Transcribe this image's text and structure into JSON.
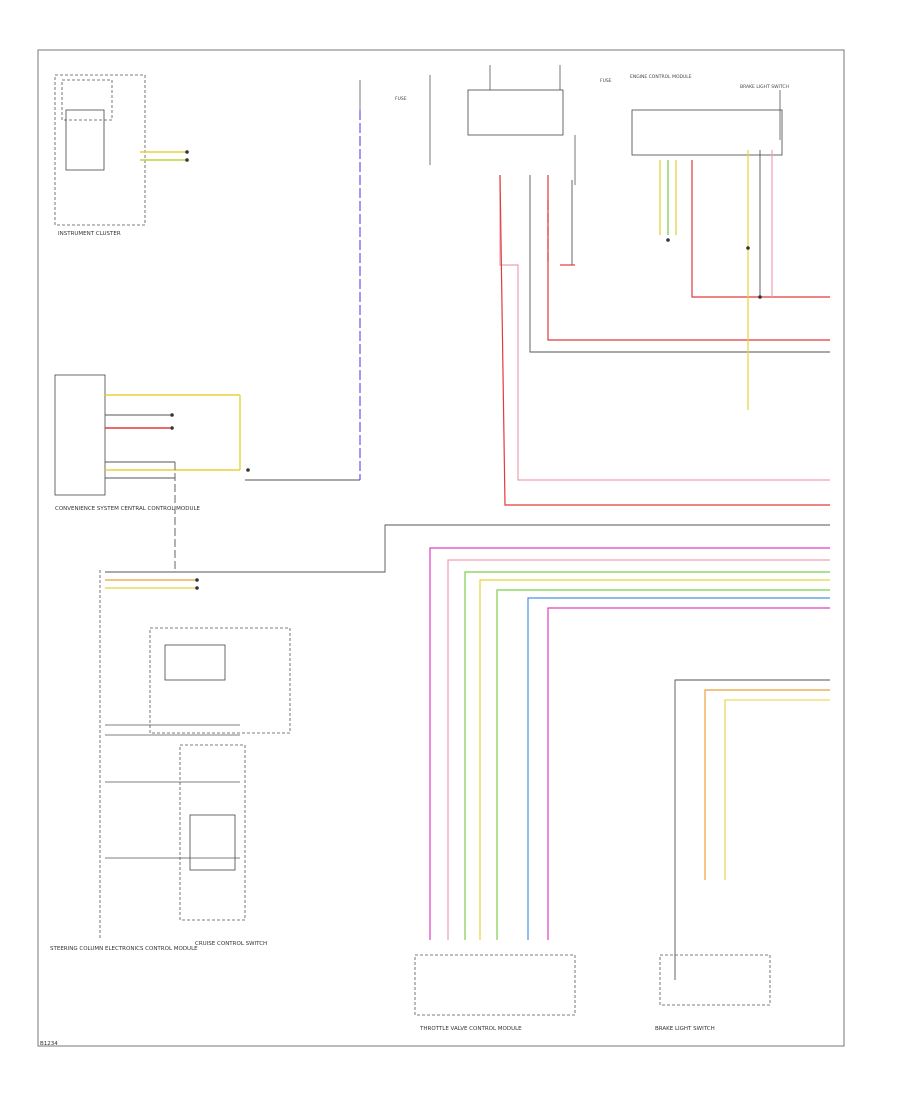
{
  "diagram": {
    "labels": {
      "cluster": "INSTRUMENT CLUSTER",
      "convenience": "CONVENIENCE SYSTEM CENTRAL CONTROL MODULE",
      "steering_column": "STEERING COLUMN ELECTRONICS CONTROL MODULE",
      "cruise_switch": "CRUISE CONTROL SWITCH",
      "throttle": "THROTTLE VALVE CONTROL MODULE",
      "brake_sensor": "BRAKE LIGHT SWITCH",
      "fuse_a": "FUSE",
      "fuse_b": "FUSE",
      "ecm": "ENGINE CONTROL MODULE",
      "brake_light": "BRAKE LIGHT SWITCH",
      "page_code": "B1234"
    },
    "colors": {
      "wire_red": "#e23b3b",
      "wire_pink": "#f0a0b0",
      "wire_magenta": "#e040c0",
      "wire_violet": "#7a5cf0",
      "wire_green": "#7ccf4a",
      "wire_yellow": "#e8d23a",
      "wire_blue": "#4a90e2",
      "wire_dark": "#555555",
      "wire_orange": "#e8a23a"
    }
  }
}
